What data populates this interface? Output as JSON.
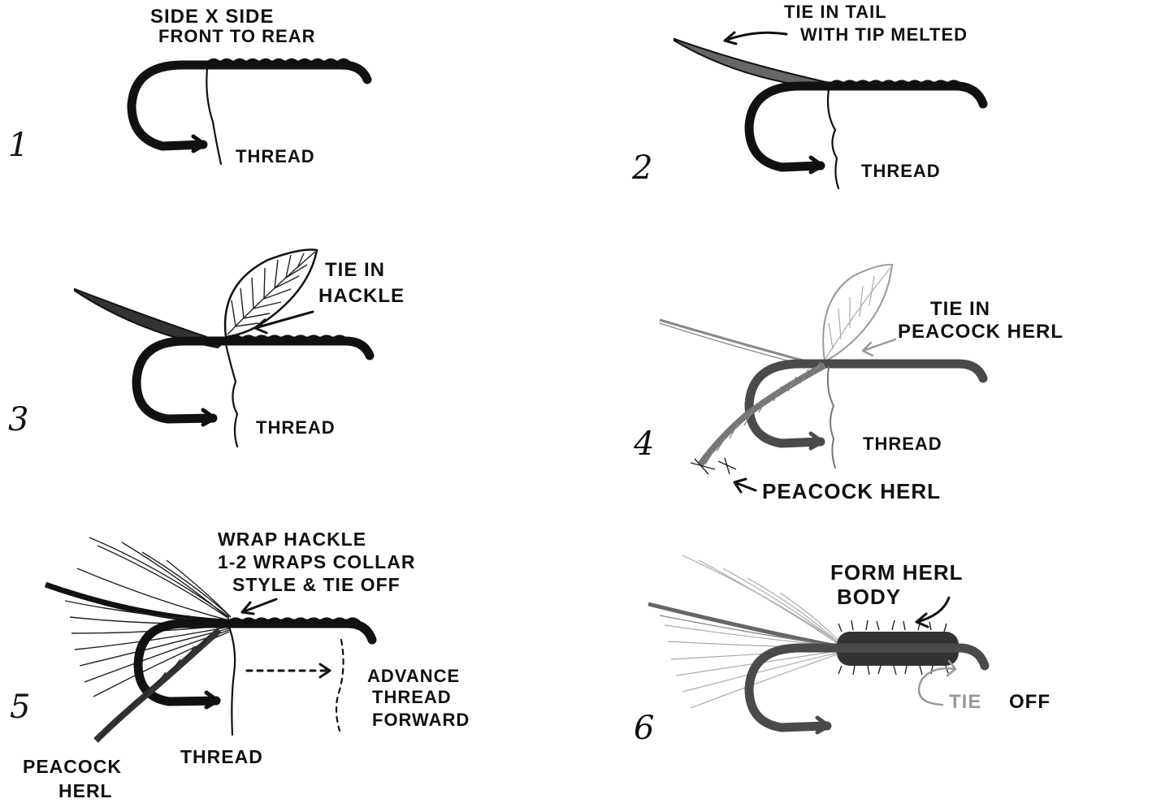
{
  "steps": [
    {
      "number": "1",
      "labels": [
        "SIDE X SIDE",
        "FRONT TO REAR",
        "THREAD"
      ]
    },
    {
      "number": "2",
      "labels": [
        "TIE IN TAIL",
        "WITH TIP MELTED",
        "THREAD"
      ]
    },
    {
      "number": "3",
      "labels": [
        "TIE IN",
        "HACKLE",
        "THREAD"
      ]
    },
    {
      "number": "4",
      "labels": [
        "TIE IN",
        "PEACOCK HERL",
        "THREAD",
        "PEACOCK HERL"
      ]
    },
    {
      "number": "5",
      "labels": [
        "WRAP HACKLE",
        "1-2 WRAPS COLLAR",
        "STYLE & TIE OFF",
        "ADVANCE",
        "THREAD",
        "FORWARD",
        "THREAD",
        "PEACOCK",
        "HERL"
      ]
    },
    {
      "number": "6",
      "labels": [
        "FORM HERL",
        "BODY",
        "TIE",
        "OFF"
      ]
    }
  ],
  "colors": {
    "ink": "#111111",
    "gray_ink": "#9a9a9a",
    "hook_gray": "#4a4a4a",
    "background": "#ffffff"
  }
}
